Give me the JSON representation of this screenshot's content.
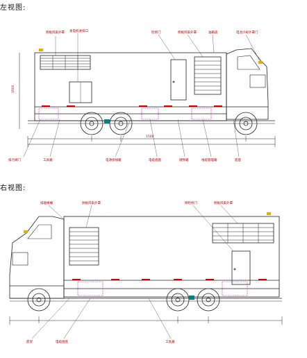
{
  "left_view": {
    "title": "左视图:",
    "callouts": [
      "侧板风扇外罩",
      "发电机进排口",
      "检修门",
      "侧板风扇外罩",
      "油箱盖",
      "电池冷却外罩门",
      "排污阀门",
      "工具箱",
      "电源接线箱",
      "电缆盘座",
      "储物箱",
      "线缆管理箱",
      "底座"
    ],
    "dims": [
      "3500",
      "1500"
    ]
  },
  "right_view": {
    "title": "右视图:",
    "callouts": [
      "排烟格栅",
      "侧板风扇外罩",
      "侧检修门",
      "侧板风扇外罩",
      "底架",
      "电缆盘座",
      "工具箱"
    ]
  }
}
